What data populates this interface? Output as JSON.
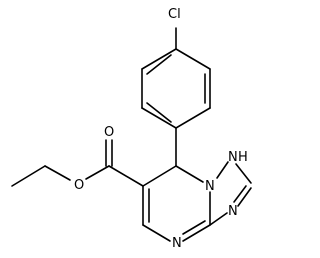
{
  "structure": {
    "atom_labels": {
      "chlorine": "Cl",
      "nh": "H",
      "nh_n": "N",
      "triazole_n": "N",
      "bridge_n": "N",
      "pyrimidine_n": "N",
      "ester_carbonyl_o": "O",
      "ester_ether_o": "O"
    }
  }
}
